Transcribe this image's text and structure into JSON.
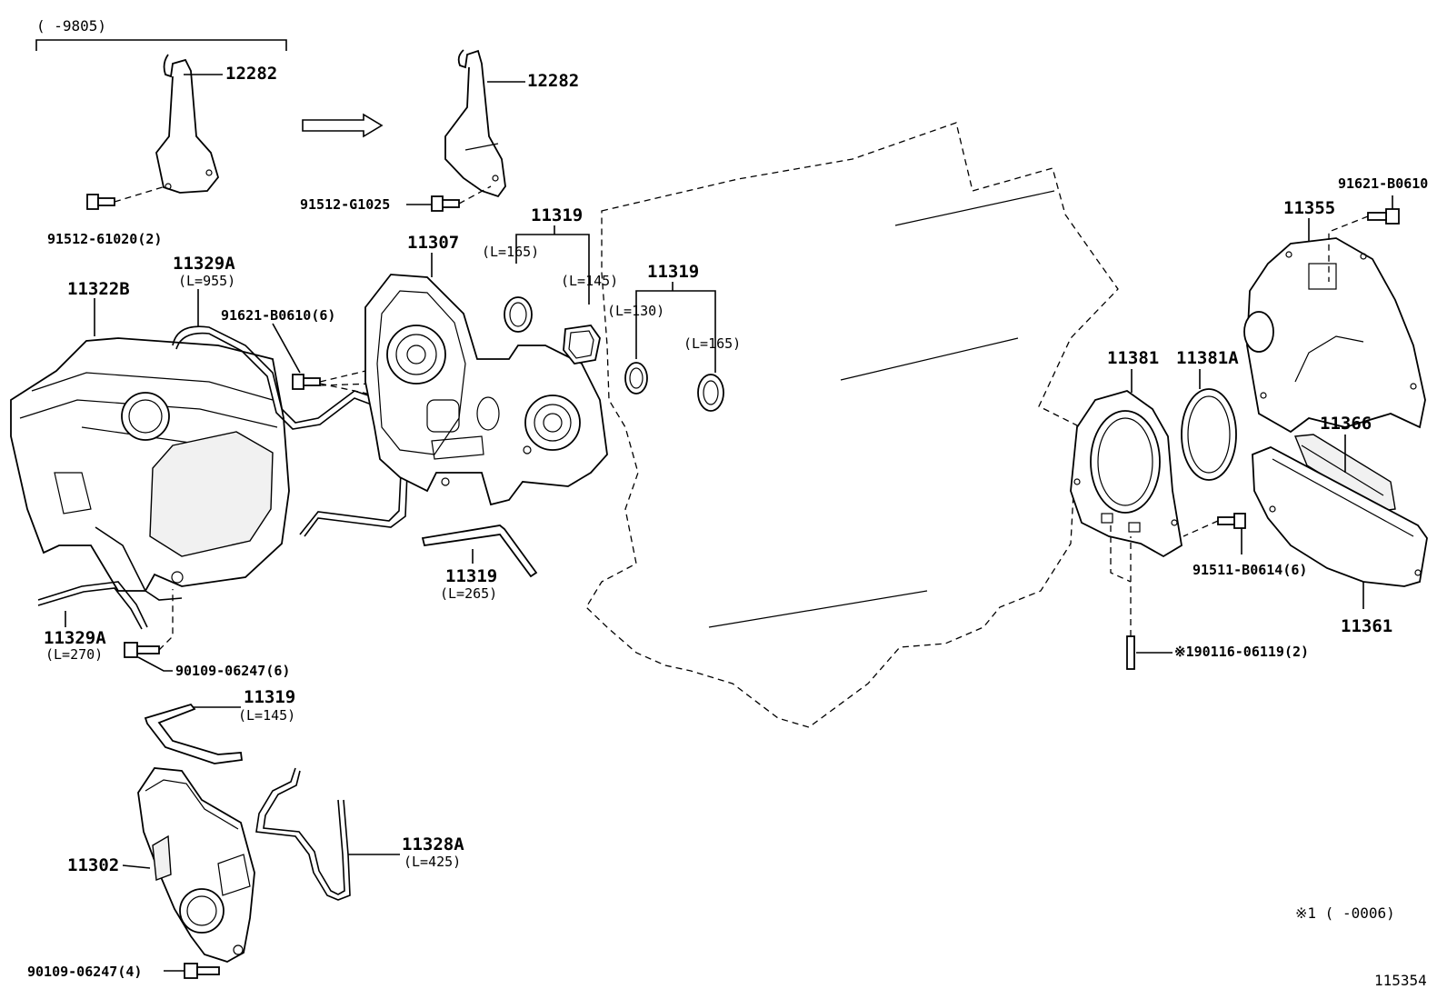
{
  "notes": {
    "range_top": "(      -9805)",
    "range_bottom": "※1 (      -0006)",
    "figure_id": "115354"
  },
  "labels": {
    "p12282_old": "12282",
    "p12282_new": "12282",
    "p91512_61020": "91512-61020(2)",
    "p91512_g1025": "91512-G1025",
    "p11322b": "11322B",
    "p11329a_top": "11329A",
    "p11329a_top_len": "(L=955)",
    "p91621_b0610_6": "91621-B0610(6)",
    "p11307": "11307",
    "p11319_a": "11319",
    "p11319_a_len1": "(L=165)",
    "p11319_a_len2": "(L=145)",
    "p11319_b": "11319",
    "p11319_b_len1": "(L=130)",
    "p11319_b_len2": "(L=165)",
    "p11319_c": "11319",
    "p11319_c_len": "(L=265)",
    "p11329a_bottom": "11329A",
    "p11329a_bottom_len": "(L=270)",
    "p90109_06247_6": "90109-06247(6)",
    "p11319_d": "11319",
    "p11319_d_len": "(L=145)",
    "p11328a": "11328A",
    "p11328a_len": "(L=425)",
    "p11302": "11302",
    "p90109_06247_4": "90109-06247(4)",
    "p11381": "11381",
    "p11381a": "11381A",
    "p91511_b0614": "91511-B0614(6)",
    "p90116_06119": "※190116-06119(2)",
    "p91621_b0610": "91621-B0610",
    "p11355": "11355",
    "p11366": "11366",
    "p11361": "11361"
  }
}
